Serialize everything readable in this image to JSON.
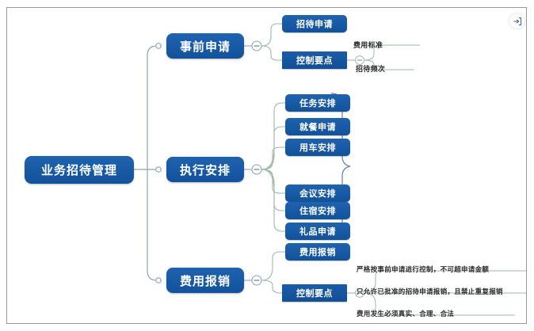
{
  "app": {
    "title": "业务招待管理",
    "export_icon": "export-arrow-icon"
  },
  "colors": {
    "node_blue": "#1f62ae",
    "node_blue_dark": "#12529b",
    "link_gray": "#8fa3b8",
    "link_green": "#9fb9aa",
    "text_dark": "#2b2b2b",
    "frame_border": "#9a9a9a"
  },
  "mindmap": {
    "root": {
      "label": "业务招待管理"
    },
    "branches": [
      {
        "label": "事前申请",
        "collapse_marker": "−",
        "children": [
          {
            "label": "招待申请",
            "type": "leaf",
            "children": []
          },
          {
            "label": "控制要点",
            "type": "leaf-sharp",
            "collapse_marker": "−",
            "children": [
              {
                "label": "费用标准",
                "type": "text"
              },
              {
                "label": "招待频次",
                "type": "text"
              }
            ]
          }
        ]
      },
      {
        "label": "执行安排",
        "collapse_marker": "−",
        "children": [
          {
            "label": "任务安排",
            "type": "leaf",
            "children": []
          },
          {
            "label": "就餐申请",
            "type": "leaf",
            "children": []
          },
          {
            "label": "用车安排",
            "type": "leaf",
            "children": []
          },
          {
            "label": "会议安排",
            "type": "leaf",
            "children": []
          },
          {
            "label": "住宿安排",
            "type": "leaf",
            "children": []
          },
          {
            "label": "礼品申请",
            "type": "leaf",
            "children": []
          }
        ]
      },
      {
        "label": "费用报销",
        "collapse_marker": "−",
        "children": [
          {
            "label": "费用报销",
            "type": "leaf",
            "children": []
          },
          {
            "label": "控制要点",
            "type": "leaf-sharp",
            "collapse_marker": "−",
            "children": [
              {
                "label": "严格按事前申请进行控制，不可超申请金额",
                "type": "text"
              },
              {
                "label": "只允许已批准的招待申请报销，且禁止重复报销",
                "type": "text"
              },
              {
                "label": "费用发生必须真实、合理、合法",
                "type": "text"
              }
            ]
          }
        ]
      }
    ]
  }
}
